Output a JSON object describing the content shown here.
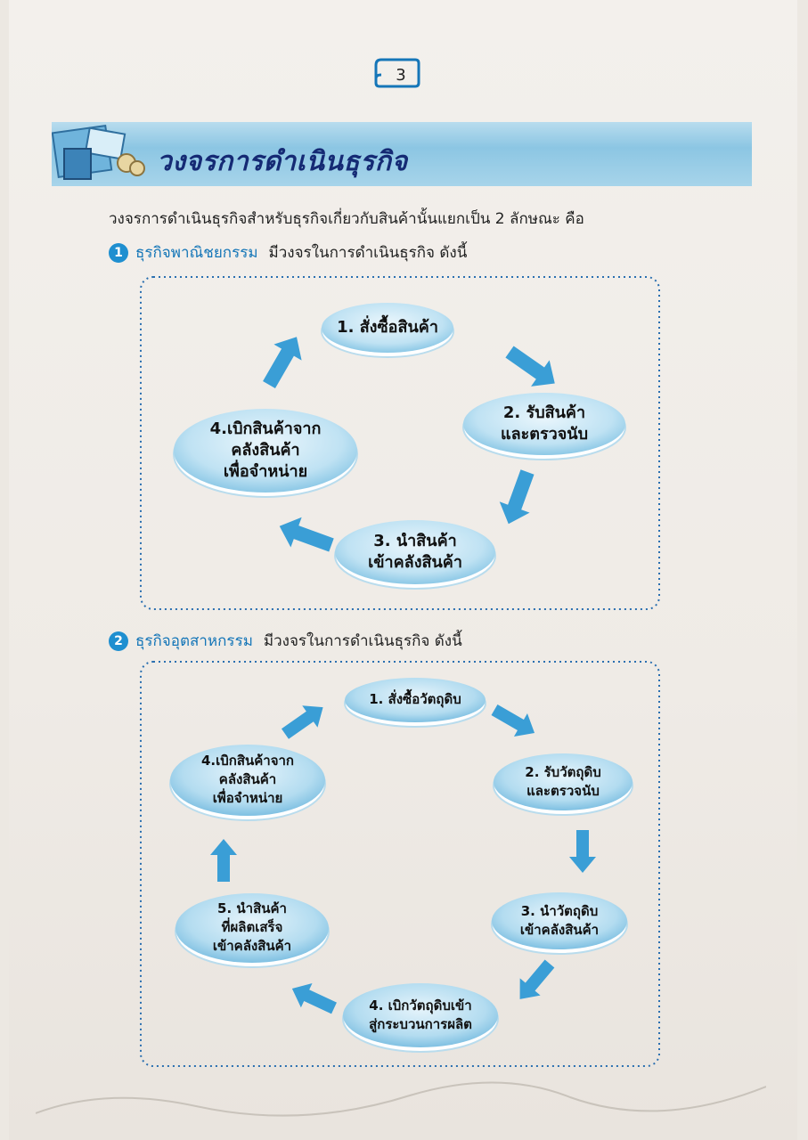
{
  "page_number": "3",
  "header": {
    "title": "วงจรการดำเนินธุรกิจ"
  },
  "intro": "วงจรการดำเนินธุรกิจสำหรับธุรกิจเกี่ยวกับสินค้านั้นแยกเป็น 2 ลักษณะ คือ",
  "section1": {
    "number": "1",
    "kind": "ธุรกิจพาณิชยกรรม",
    "rest": "มีวงจรในการดำเนินธุรกิจ  ดังนี้",
    "steps": [
      [
        "1. สั่งซื้อสินค้า"
      ],
      [
        "2. รับสินค้า",
        "และตรวจนับ"
      ],
      [
        "3. นำสินค้า",
        "เข้าคลังสินค้า"
      ],
      [
        "4.เบิกสินค้าจาก",
        "คลังสินค้า",
        "เพื่อจำหน่าย"
      ]
    ]
  },
  "section2": {
    "number": "2",
    "kind": "ธุรกิจอุตสาหกรรม",
    "rest": "มีวงจรในการดำเนินธุรกิจ ดังนี้",
    "steps": [
      [
        "1. สั่งซื้อวัตถุดิบ"
      ],
      [
        "2. รับวัตถุดิบ",
        "และตรวจนับ"
      ],
      [
        "3. นำวัตถุดิบ",
        "เข้าคลังสินค้า"
      ],
      [
        "4. เบิกวัตถุดิบเข้า",
        "สู่กระบวนการผลิต"
      ],
      [
        "5. นำสินค้า",
        "ที่ผลิตเสร็จ",
        "เข้าคลังสินค้า"
      ],
      [
        "4.เบิกสินค้าจาก",
        "คลังสินค้า",
        "เพื่อจำหน่าย"
      ]
    ]
  },
  "colors": {
    "accent": "#1f8fd0",
    "title": "#152a74",
    "arrow": "#3a9ed6",
    "border": "#2a6fb0"
  }
}
